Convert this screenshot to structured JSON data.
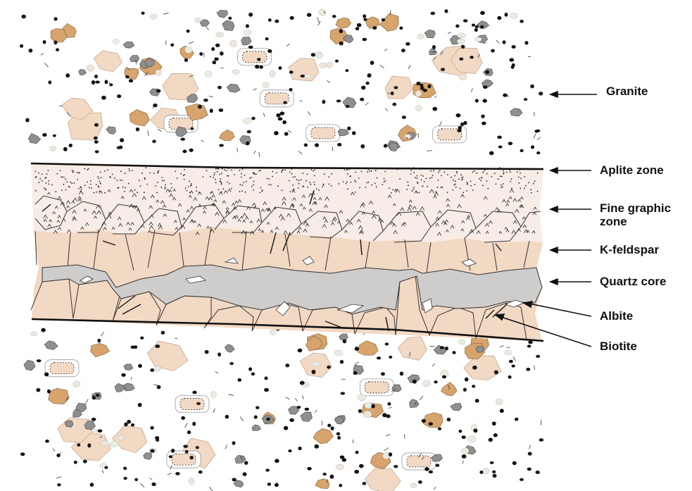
{
  "title": "",
  "labels": [
    {
      "key": "granite",
      "text": "Granite"
    },
    {
      "key": "aplite-zone",
      "text": "Aplite zone"
    },
    {
      "key": "fine-graphic-zone",
      "text": "Fine graphic\nzone"
    },
    {
      "key": "k-feldspar",
      "text": "K-feldspar"
    },
    {
      "key": "quartz-core",
      "text": "Quartz core"
    },
    {
      "key": "albite",
      "text": "Albite"
    },
    {
      "key": "biotite",
      "text": "Biotite"
    }
  ],
  "colors": {
    "kfeldspar_fill": "#f2d9c4",
    "aplite_fill": "#f8ece6",
    "quartz_fill": "#cfcdcb",
    "orange_crystal": "#d6a46c",
    "gray_crystal": "#8f8f8f",
    "outline": "#111111"
  }
}
